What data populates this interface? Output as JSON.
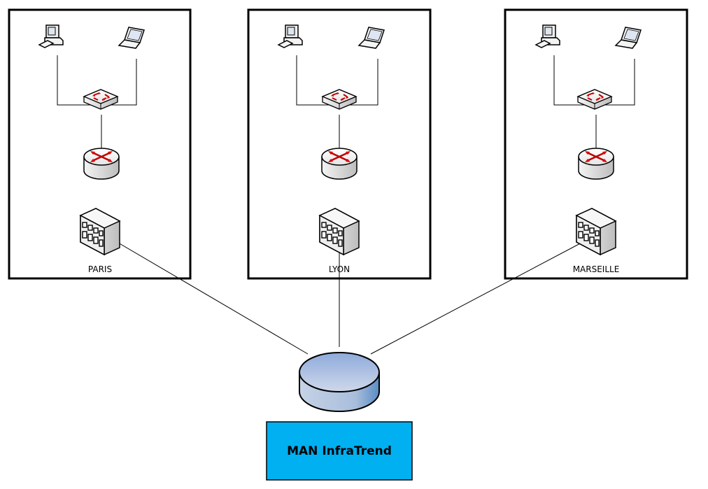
{
  "diagram": {
    "title": "Network topology",
    "sites": [
      {
        "name": "PARIS",
        "devices": [
          "desktop",
          "laptop",
          "switch",
          "router",
          "building"
        ]
      },
      {
        "name": "LYON",
        "devices": [
          "desktop",
          "laptop",
          "switch",
          "router",
          "building"
        ]
      },
      {
        "name": "MARSEILLE",
        "devices": [
          "desktop",
          "laptop",
          "switch",
          "router",
          "building"
        ]
      }
    ],
    "man": {
      "label": "MAN InfraTrend",
      "icon": "cloud-network-cylinder",
      "color": "#00b0f0"
    },
    "links": [
      {
        "from": "PARIS",
        "to": "MAN InfraTrend"
      },
      {
        "from": "LYON",
        "to": "MAN InfraTrend"
      },
      {
        "from": "MARSEILLE",
        "to": "MAN InfraTrend"
      }
    ]
  }
}
